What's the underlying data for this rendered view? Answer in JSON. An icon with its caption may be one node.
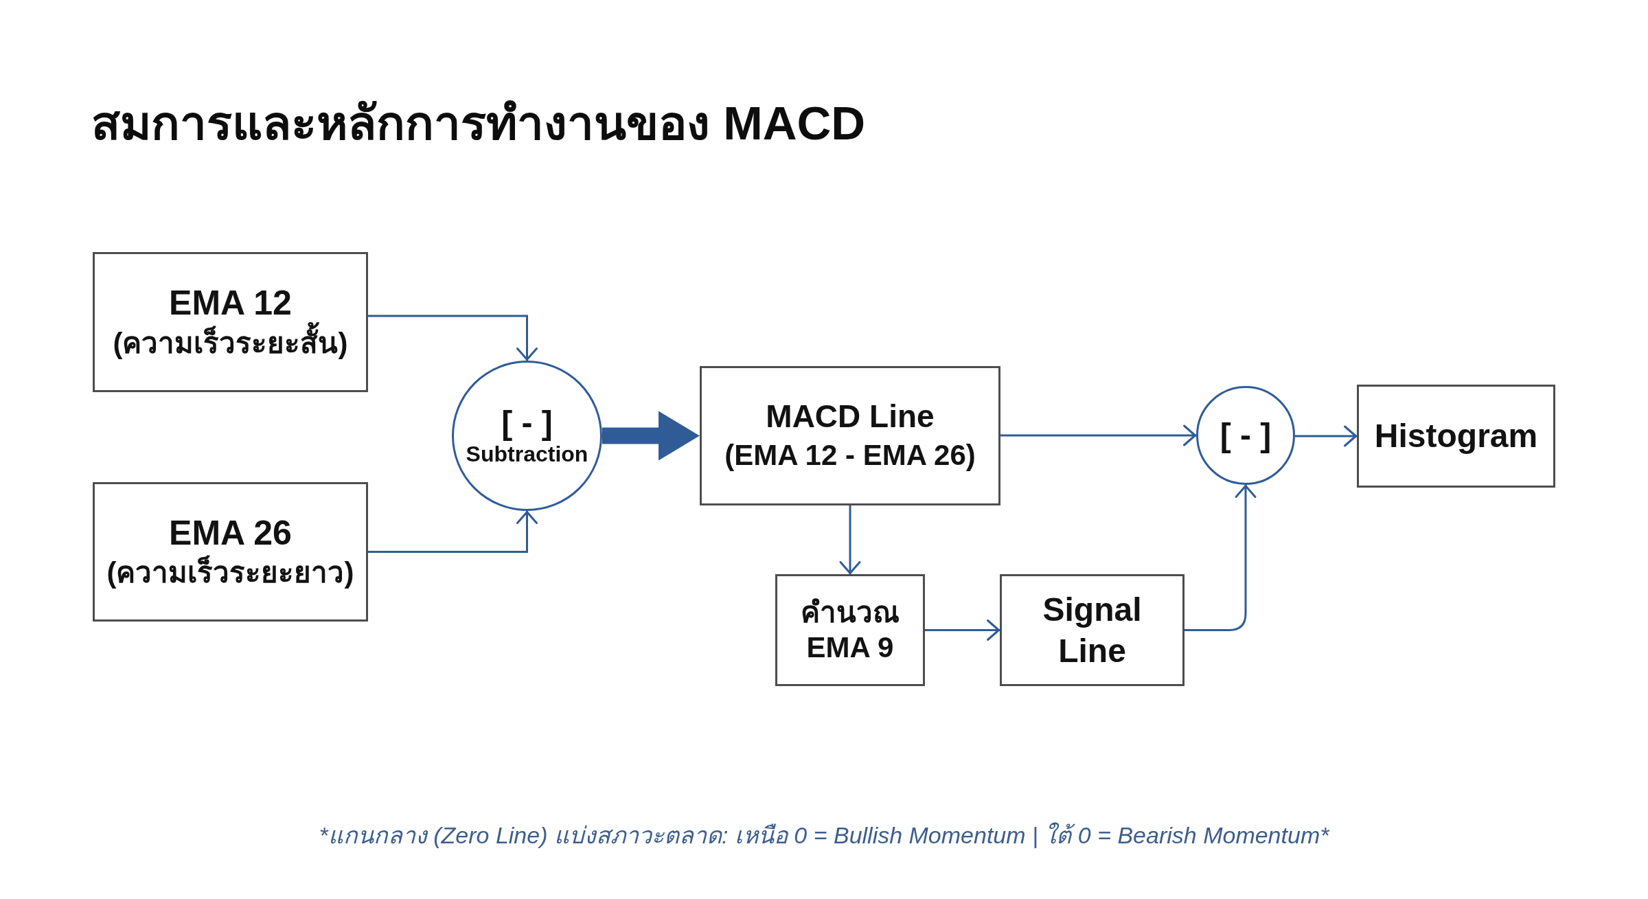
{
  "diagram": {
    "title": "สมการและหลักการทำงานของ MACD",
    "caption": "*แกนกลาง (Zero Line) แบ่งสภาวะตลาด: เหนือ 0 = Bullish Momentum | ใต้ 0 = Bearish Momentum*",
    "nodes": [
      {
        "text": [
          "EMA 12",
          "(ความเร็วระยะสั้น)"
        ]
      },
      {
        "text": [
          "EMA 26",
          "(ความเร็วระยะยาว)"
        ]
      },
      {
        "text": [
          "[ - ]",
          "Subtraction"
        ]
      },
      {
        "text": [
          "MACD Line",
          "(EMA 12 - EMA 26)"
        ]
      },
      {
        "text": [
          "คำนวณ EMA 9"
        ]
      },
      {
        "text": [
          "Signal Line"
        ]
      },
      {
        "text": [
          "[ - ]"
        ]
      },
      {
        "text": [
          "Histogram"
        ]
      }
    ],
    "edges": [
      {
        "from": 0,
        "to": 2,
        "arrow": "to"
      },
      {
        "from": 1,
        "to": 2,
        "arrow": "to"
      },
      {
        "from": 2,
        "to": 3,
        "arrow": "to",
        "style": "thick"
      },
      {
        "from": 3,
        "to": 6,
        "arrow": "to"
      },
      {
        "from": 6,
        "to": 7,
        "arrow": "to"
      },
      {
        "from": 3,
        "to": 4,
        "arrow": "to"
      },
      {
        "from": 4,
        "to": 5,
        "arrow": "to"
      },
      {
        "from": 5,
        "to": 6,
        "arrow": "to"
      }
    ]
  }
}
